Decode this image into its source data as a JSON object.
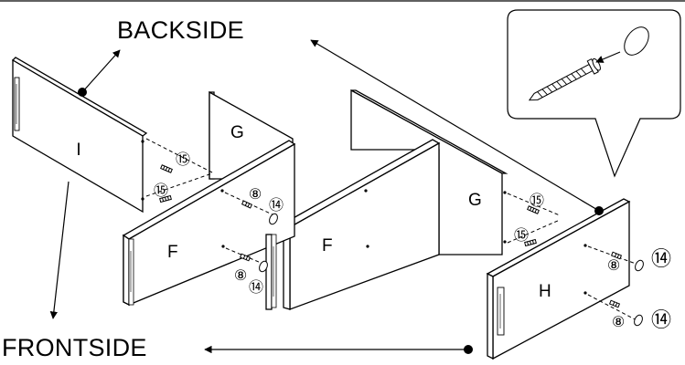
{
  "labels": {
    "backside": "BACKSIDE",
    "frontside": "FRONTSIDE"
  },
  "panels": {
    "I": "I",
    "G_back": "G",
    "G_right": "G",
    "F_left": "F",
    "F_middle": "F",
    "H": "H"
  },
  "part_numbers": {
    "p15": "⑮",
    "p8": "⑧",
    "p14": "⑭"
  }
}
